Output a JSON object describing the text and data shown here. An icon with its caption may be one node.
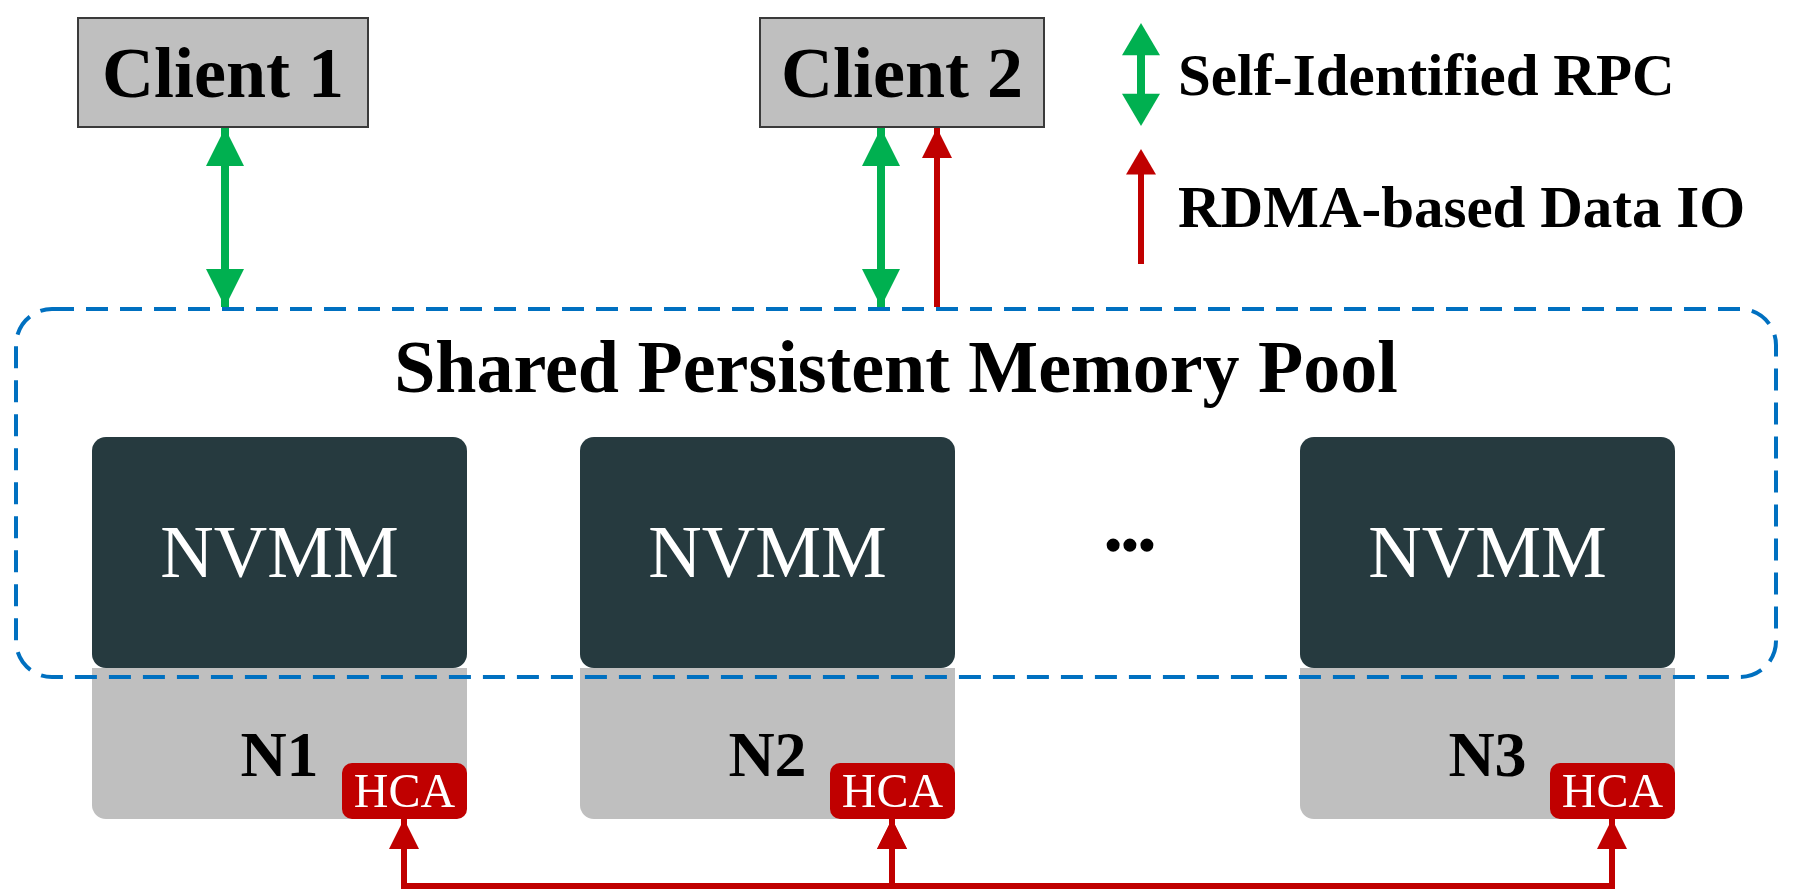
{
  "diagram": {
    "nodes": [
      {
        "text": [
          "Client 1"
        ]
      },
      {
        "text": [
          "Client 2"
        ]
      },
      {
        "text": [
          "Shared Persistent Memory Pool"
        ]
      },
      {
        "text": [
          "N1"
        ]
      },
      {
        "text": [
          "NVMM"
        ],
        "in": 2
      },
      {
        "text": [
          "HCA"
        ],
        "in": 3
      },
      {
        "text": [
          "N2"
        ]
      },
      {
        "text": [
          "NVMM"
        ],
        "in": 2
      },
      {
        "text": [
          "HCA"
        ],
        "in": 6
      },
      {
        "text": [
          "N3"
        ]
      },
      {
        "text": [
          "NVMM"
        ],
        "in": 2
      },
      {
        "text": [
          "HCA"
        ],
        "in": 9
      }
    ],
    "edges": [
      {
        "from": 0,
        "to": 2,
        "arrow": "both",
        "color": "#00b050"
      },
      {
        "from": 1,
        "to": 2,
        "arrow": "both",
        "color": "#00b050"
      },
      {
        "from": 2,
        "to": 1,
        "arrow": "to"
      },
      {
        "from": 5,
        "to": 8,
        "arrow": "both"
      },
      {
        "from": 8,
        "to": 11,
        "arrow": "both"
      }
    ],
    "labels": [
      "•••"
    ],
    "legend": [
      {
        "text": "Self-Identified RPC"
      },
      {
        "text": "RDMA-based Data IO"
      }
    ]
  }
}
